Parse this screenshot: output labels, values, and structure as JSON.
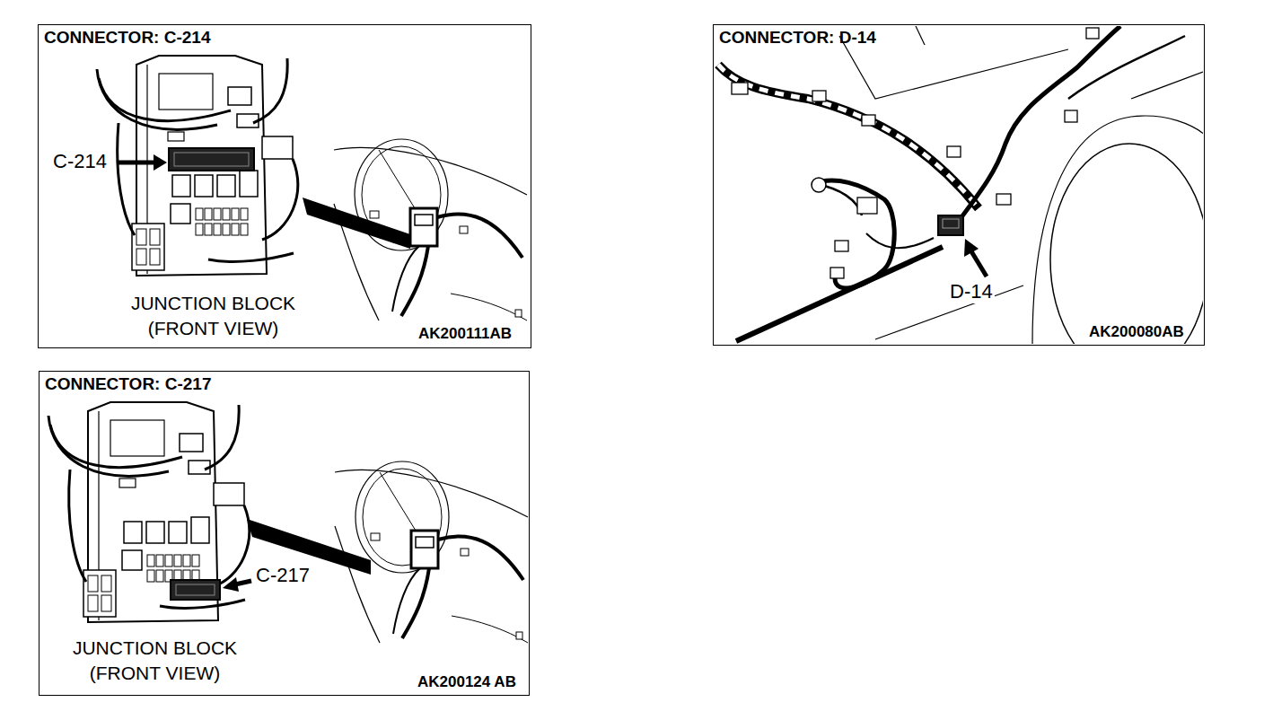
{
  "diagram": {
    "nodes": [
      {
        "text": [
          "CONNECTOR: C-214"
        ]
      },
      {
        "text": [
          "CONNECTOR: D-14"
        ]
      },
      {
        "text": [
          "CONNECTOR: C-217"
        ]
      }
    ],
    "labels": [
      "C-214",
      "JUNCTION BLOCK (FRONT VIEW)",
      "AK200111AB",
      "D-14",
      "AK200080AB",
      "C-217",
      "JUNCTION BLOCK (FRONT VIEW)",
      "AK200124 AB"
    ]
  }
}
